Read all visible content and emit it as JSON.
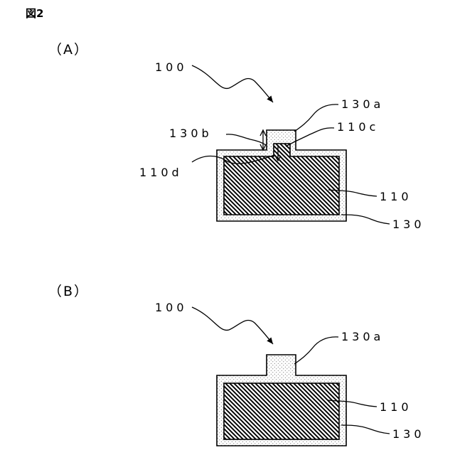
{
  "figure_title": "図2",
  "panel_a": {
    "label": "（A）",
    "refs": {
      "ref_100": "100",
      "ref_130a": "130a",
      "ref_130b": "130b",
      "ref_110c": "110c",
      "ref_110d": "110d",
      "ref_110": "110",
      "ref_130": "130"
    }
  },
  "panel_b": {
    "label": "（B）",
    "refs": {
      "ref_100": "100",
      "ref_130a": "130a",
      "ref_110": "110",
      "ref_130": "130"
    }
  },
  "colors": {
    "line": "#000000",
    "background": "#ffffff"
  }
}
